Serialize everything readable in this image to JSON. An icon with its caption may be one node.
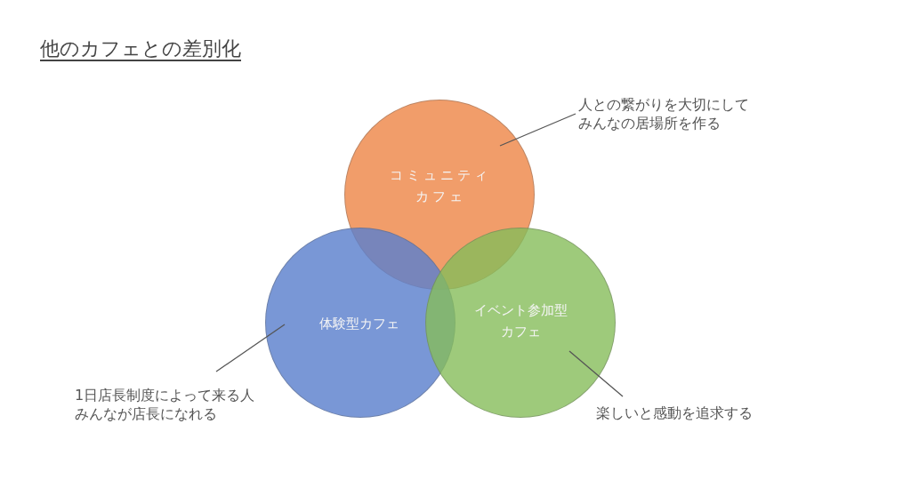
{
  "diagram": {
    "title": "他のカフェとの差別化",
    "nodes": [
      {
        "text": [
          "コミュニティカフェ"
        ]
      },
      {
        "text": [
          "人との繋がりを大切にしてみんなの居場所を作る"
        ]
      },
      {
        "text": [
          "体験型カフェ"
        ]
      },
      {
        "text": [
          "イベント参加型カフェ"
        ]
      },
      {
        "text": [
          "1日店長制度によって来る人みんなが店長になれる"
        ]
      },
      {
        "text": [
          "楽しいと感動を追求する"
        ]
      }
    ],
    "edges": [
      {
        "from": 1,
        "to": 0,
        "arrow": "none"
      },
      {
        "from": 4,
        "to": 2,
        "arrow": "none"
      },
      {
        "from": 5,
        "to": 3,
        "arrow": "none"
      }
    ]
  }
}
